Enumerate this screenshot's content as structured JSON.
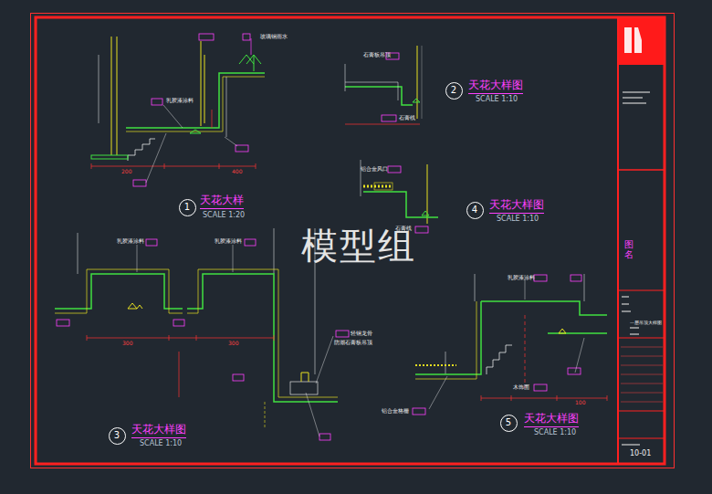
{
  "diagram": {
    "nodes": [
      {
        "text": [
          "1"
        ]
      },
      {
        "text": [
          "2"
        ]
      },
      {
        "text": [
          "4"
        ]
      },
      {
        "text": [
          "3"
        ]
      },
      {
        "text": [
          "5"
        ]
      }
    ],
    "labels": [
      "天花大样",
      "SCALE 1:20",
      "天花大样图",
      "SCALE 1:10",
      "天花大样图",
      "SCALE 1:10",
      "天花大样图",
      "SCALE 1:10",
      "天花大样图",
      "SCALE 1:10",
      "模型组",
      "玻璃钢雨水",
      "乳胶漆涂料",
      "石膏板吊顶",
      "石膏线",
      "铝合金风口",
      "石膏线",
      "乳胶漆涂料",
      "乳胶漆涂料",
      "防潮石膏板吊顶",
      "轻钢龙骨",
      "乳胶漆涂料",
      "木饰面",
      "铝合金格栅",
      "200",
      "400",
      "300",
      "300",
      "100",
      "10-01",
      "图名",
      "一层吊顶大样图"
    ]
  }
}
